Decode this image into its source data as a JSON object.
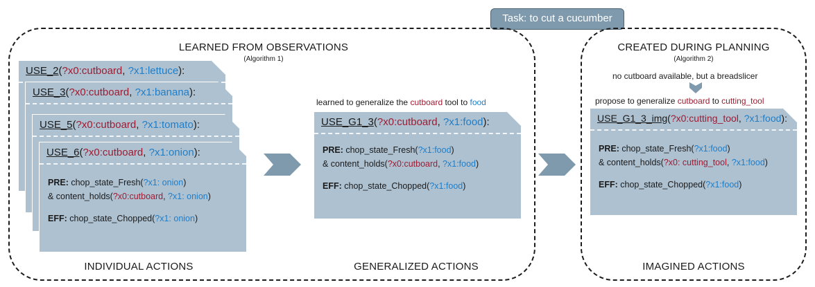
{
  "task": {
    "label": "Task: to cut a cucumber"
  },
  "regions": {
    "learned": {
      "title": "LEARNED FROM OBSERVATIONS",
      "subtitle": "(Algorithm 1)"
    },
    "planning": {
      "title": "CREATED DURING PLANNING",
      "subtitle": "(Algorithm 2)"
    }
  },
  "footers": {
    "individual": "INDIVIDUAL ACTIONS",
    "generalized": "GENERALIZED ACTIONS",
    "imagined": "IMAGINED ACTIONS"
  },
  "notes": {
    "generalize": {
      "prefix": "learned to generalize the ",
      "tool": "cutboard",
      "mid": " tool to ",
      "target": "food"
    },
    "no_cutboard": "no cutboard available, but a breadslicer",
    "propose": {
      "prefix": "propose to generalize ",
      "tool": "cutboard",
      "mid": " to ",
      "target": "cutting_tool"
    }
  },
  "cards": {
    "use2": {
      "name": "USE_2",
      "open": "(",
      "param0": "?x0:cutboard",
      "sep": ", ",
      "param1": "?x1:lettuce",
      "close": "):"
    },
    "use3": {
      "name": "USE_3",
      "open": "(",
      "param0": "?x0:cutboard",
      "sep": ", ",
      "param1": "?x1:banana",
      "close": "):"
    },
    "use5": {
      "name": "USE_5",
      "open": "(",
      "param0": "?x0:cutboard",
      "sep": ", ",
      "param1": "?x1:tomato",
      "close": "):"
    },
    "use6": {
      "name": "USE_6",
      "open": "(",
      "param0": "?x0:cutboard",
      "sep": ", ",
      "param1": "?x1:onion",
      "close": "):",
      "pre_label": "PRE:",
      "pre_pred1": " chop_state_Fresh(",
      "pre_arg1": "?x1: onion",
      "pre_close1": ")",
      "pre_pred2": "& content_holds(",
      "pre_arg2a": "?x0:cutboard",
      "pre_sep2": ", ",
      "pre_arg2b": "?x1: onion",
      "pre_close2": ")",
      "eff_label": "EFF:",
      "eff_pred": " chop_state_Chopped(",
      "eff_arg": "?x1: onion",
      "eff_close": ")"
    },
    "useg13": {
      "name": "USE_G1_3",
      "open": "(",
      "param0": "?x0:cutboard",
      "sep": ", ",
      "param1": "?x1:food",
      "close": "):",
      "pre_label": "PRE:",
      "pre_pred1": " chop_state_Fresh(",
      "pre_arg1": "?x1:food",
      "pre_close1": ")",
      "pre_pred2": "& content_holds(",
      "pre_arg2a": "?x0:cutboard",
      "pre_sep2": ", ",
      "pre_arg2b": "?x1:food",
      "pre_close2": ")",
      "eff_label": "EFF:",
      "eff_pred": " chop_state_Chopped(",
      "eff_arg": "?x1:food",
      "eff_close": ")"
    },
    "useg13img": {
      "name": "USE_G1_3_img",
      "open": "(",
      "param0": "?x0:cutting_tool",
      "sep": ", ",
      "param1": "?x1:food",
      "close": "):",
      "pre_label": "PRE:",
      "pre_pred1": " chop_state_Fresh(",
      "pre_arg1": "?x1:food",
      "pre_close1": ")",
      "pre_pred2": "& content_holds(",
      "pre_arg2a": "?x0: cutting_tool",
      "pre_sep2": ", ",
      "pre_arg2b": "?x1:food",
      "pre_close2": ")",
      "eff_label": "EFF:",
      "eff_pred": " chop_state_Chopped(",
      "eff_arg": "?x1:food",
      "eff_close": ")"
    }
  },
  "colors": {
    "card_fill": "#aec1d1",
    "tool_red": "#9c1c32",
    "object_blue": "#1f7ec8",
    "chevron": "#7f9aad",
    "task_fill": "#7f9aad"
  }
}
